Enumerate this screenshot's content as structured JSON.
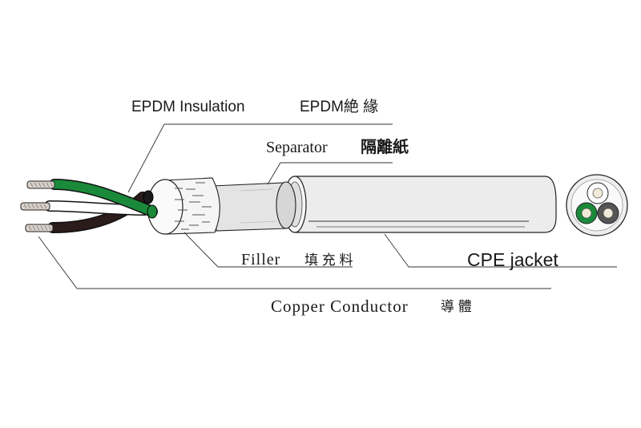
{
  "labels": {
    "epdm_insulation": "EPDM Insulation",
    "epdm_insulation_cn": "EPDM絶 緣",
    "separator": "Separator",
    "separator_cn": "隔離紙",
    "filler": "Filler",
    "filler_cn": "填 充 料",
    "cpe_jacket": "CPE jacket",
    "copper_conductor": "Copper Conductor",
    "copper_conductor_cn": "導 體"
  },
  "colors": {
    "jacket": "#eaeaea",
    "separator": "#dedede",
    "filler": "#f4f4f4",
    "wire_green": "#1a8a3a",
    "wire_white": "#ffffff",
    "wire_black": "#2a1c1a",
    "copper_strand": "#d8d0c8",
    "leader_line": "#333333",
    "cross_section_cores": [
      "#f2ead8",
      "#1a8a3a",
      "#555555"
    ]
  }
}
